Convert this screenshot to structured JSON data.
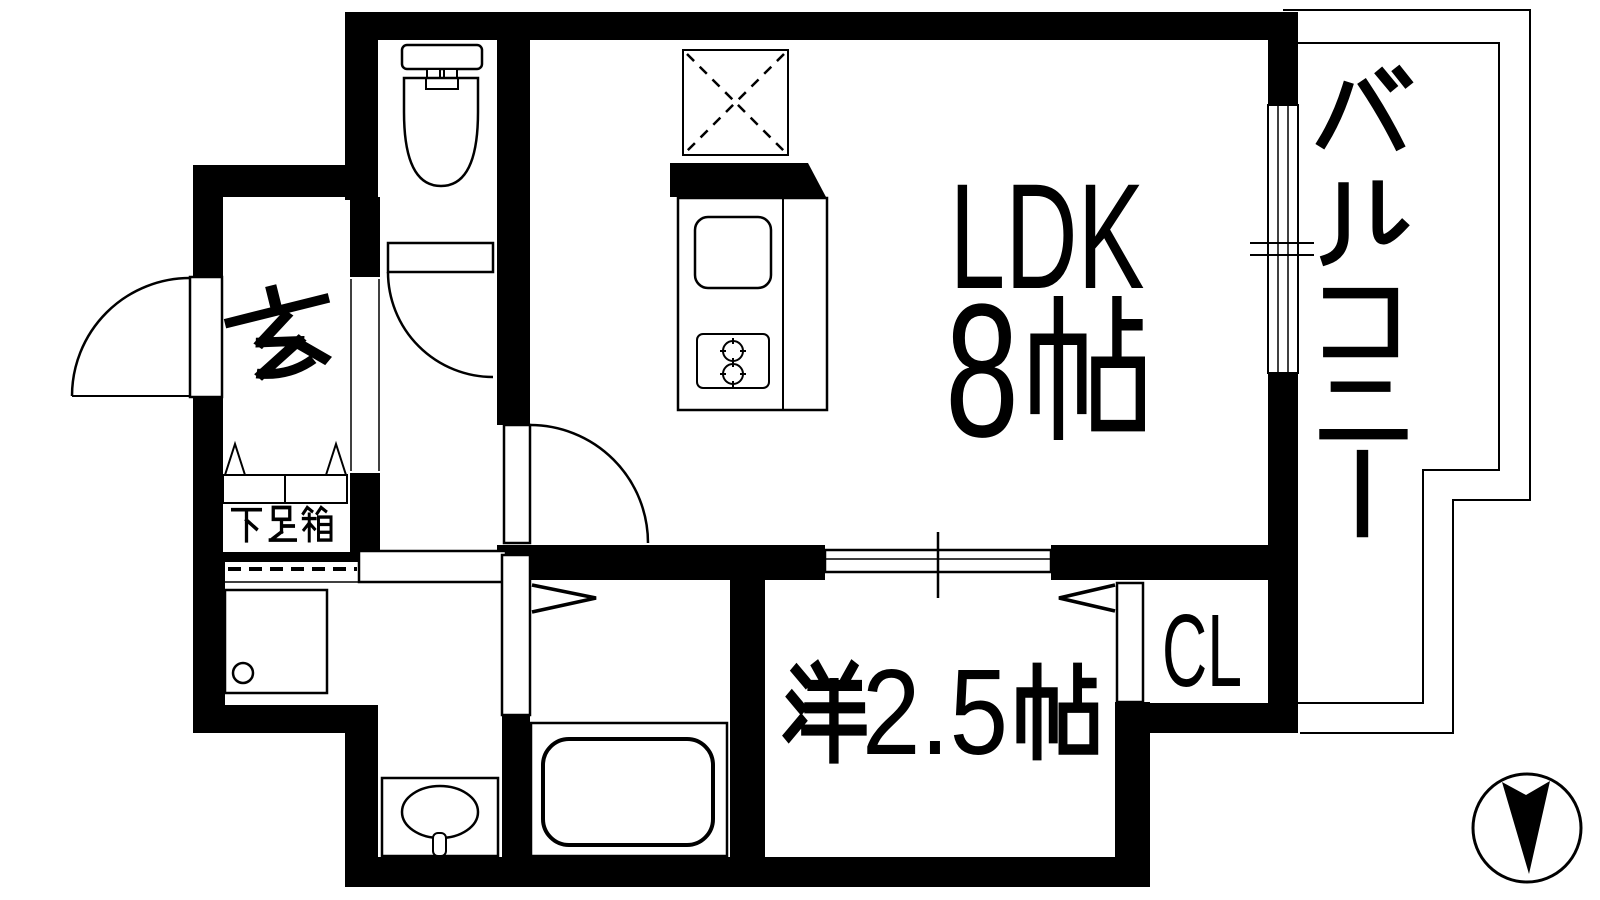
{
  "floor_plan": {
    "rooms": {
      "ldk": {
        "name": "LDK",
        "size": "8帖",
        "size_number": "8",
        "size_unit": "帖"
      },
      "western_room": {
        "label": "洋2.5帖",
        "size_number": "2.5"
      },
      "closet": {
        "label": "CL"
      },
      "entrance": {
        "label": "玄"
      },
      "shoe_box": {
        "label": "下足箱"
      },
      "balcony": {
        "label": "バルコニー"
      }
    },
    "fixtures": {
      "toilet": "toilet",
      "refrigerator_space": "refrigerator-space",
      "kitchen_sink": "kitchen-sink",
      "gas_stove": "gas-stove",
      "washing_machine_pan": "washing-machine-pan",
      "washbasin": "washbasin",
      "bathtub": "bathtub",
      "entrance_door": "entrance-door",
      "north_arrow": "north-arrow"
    },
    "colors": {
      "wall": "#000000",
      "floor": "#ffffff",
      "line": "#000000"
    }
  }
}
